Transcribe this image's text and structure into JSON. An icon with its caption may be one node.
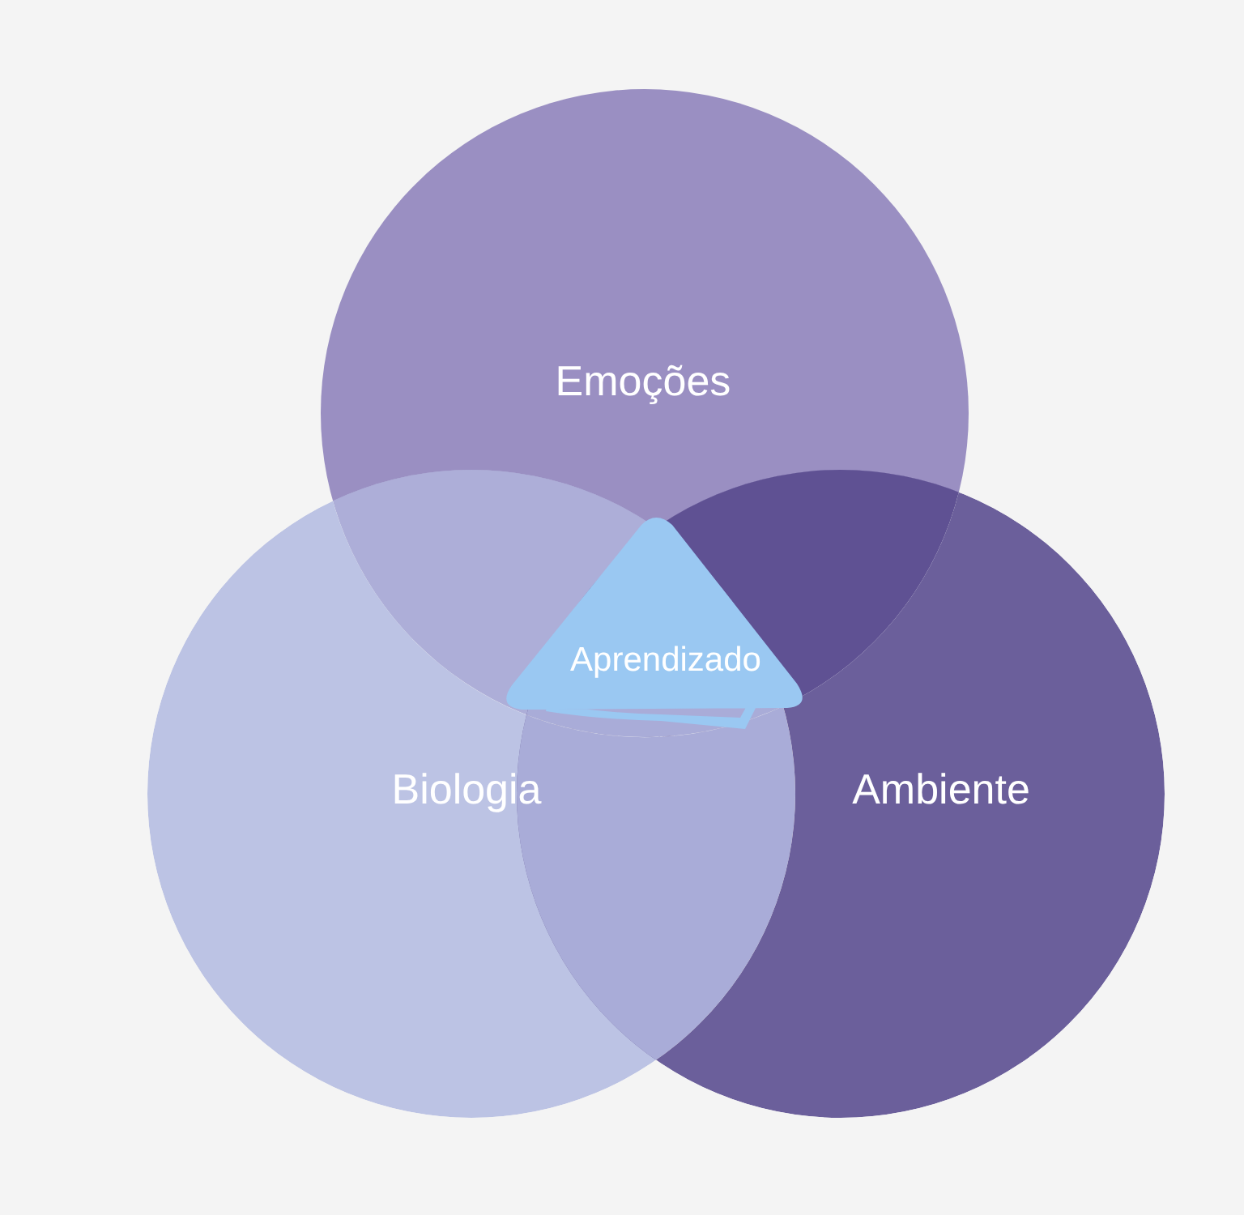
{
  "diagram": {
    "nodes": [
      {
        "text": [
          "Emoções"
        ]
      },
      {
        "text": [
          "Aprendizado"
        ]
      },
      {
        "text": [
          "Biologia"
        ]
      },
      {
        "text": [
          "Ambiente"
        ]
      }
    ]
  }
}
